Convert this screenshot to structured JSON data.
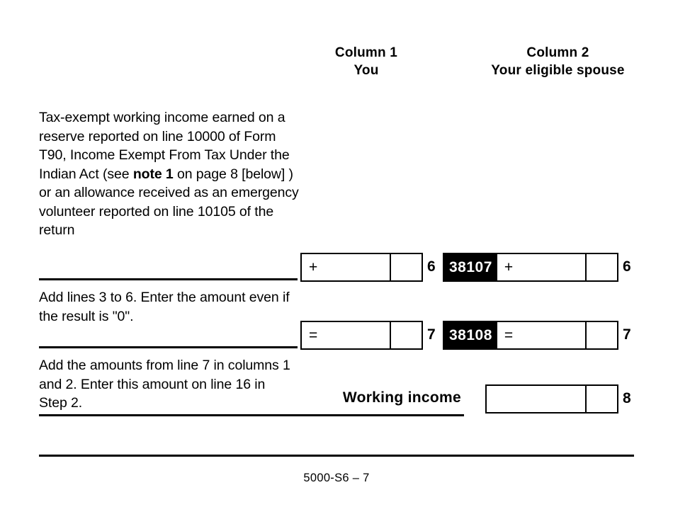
{
  "form": {
    "columns": [
      {
        "title": "Column 1",
        "subtitle": "You"
      },
      {
        "title": "Column 2",
        "subtitle": "Your eligible spouse"
      }
    ],
    "rows": [
      {
        "line": "6",
        "description_prefix": "Tax-exempt working income earned on a reserve reported on line 10000 of Form T90, Income Exempt From Tax Under the Indian Act (see ",
        "description_bold": "note 1",
        "description_suffix": " on page 8 [below] ) or an allowance received as an emergency volunteer reported on line 10105 of the return",
        "col1_operator": "+",
        "col2_code": "38107",
        "col2_operator": "+",
        "col1_line_no": "6",
        "col2_line_no": "6"
      },
      {
        "line": "7",
        "description": "Add lines 3 to 6. Enter the amount even if the result is \"0\".",
        "col1_operator": "=",
        "col2_code": "38108",
        "col2_operator": "=",
        "col1_line_no": "7",
        "col2_line_no": "7"
      },
      {
        "line": "8",
        "description": "Add the amounts from line 7 in columns 1 and 2. Enter this amount on line 16 in Step 2.",
        "label": "Working income",
        "col2_line_no": "8"
      }
    ],
    "footer": "5000-S6 – 7"
  },
  "colors": {
    "ink": "#000000",
    "paper": "#ffffff",
    "code_tag_background": "#000000",
    "code_tag_text": "#ffffff"
  }
}
